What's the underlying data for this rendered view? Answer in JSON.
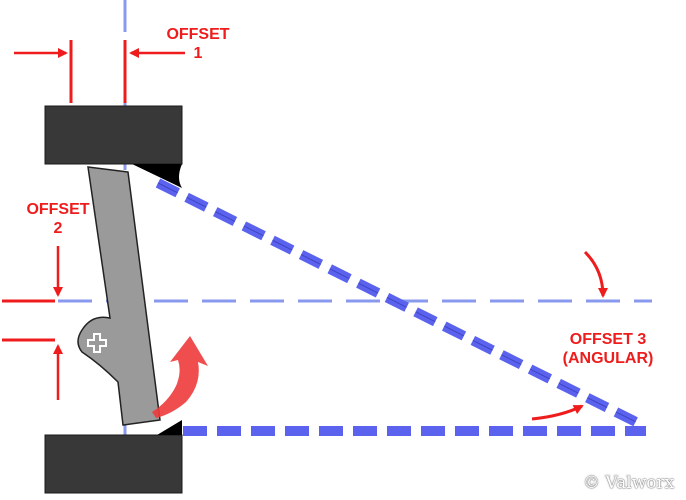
{
  "labels": {
    "offset1": {
      "line1": "OFFSET",
      "line2": "1"
    },
    "offset2": {
      "line1": "OFFSET",
      "line2": "2"
    },
    "offset3": {
      "line1": "OFFSET 3",
      "line2": "(ANGULAR)"
    }
  },
  "watermark": "© Valworx",
  "colors": {
    "red": "#ee1c1c",
    "blue_axis": "#8899ee",
    "blue_dash": "#5a62ee",
    "flange": "#383838",
    "gasket": "#9a9a9a"
  }
}
